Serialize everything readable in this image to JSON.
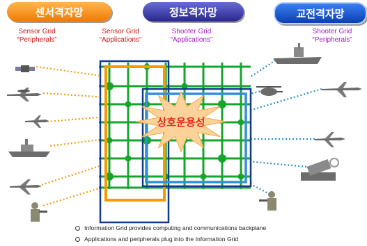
{
  "header": {
    "sensor_grid": "센서격자망",
    "info_grid": "정보격자망",
    "engagement_grid": "교전격자망"
  },
  "captions": {
    "sensor_peripherals": [
      "Sensor Grid",
      "“Peripherals”"
    ],
    "sensor_applications": [
      "Sensor Grid",
      "“Applications”"
    ],
    "shooter_applications": [
      "Shooter Grid",
      "“Applications”"
    ],
    "shooter_peripherals": [
      "Shooter Grid",
      "“Peripherals”"
    ]
  },
  "center_label": "상호운용성",
  "notes": [
    "Information Grid provides computing and communications backplane",
    "Applications and peripherals plug into the Information Grid"
  ],
  "colors": {
    "grid_green": "#16a52c",
    "sensor_box": "#f59a00",
    "shooter_box": "#2f8fd8",
    "frame_navy": "#123a8c",
    "sensor_links": "#f39a12",
    "shooter_links": "#2b8fd6",
    "center_text": "#e6281c"
  },
  "icons": {
    "left": [
      "satellite-icon",
      "awacs-aircraft-icon",
      "recon-aircraft-icon",
      "warship-icon",
      "fighter-jet-icon",
      "soldier-icon"
    ],
    "right": [
      "aircraft-carrier-icon",
      "helicopter-icon",
      "jet-aircraft-icon",
      "fighter-jet-icon",
      "missile-launcher-icon",
      "soldier-icon"
    ]
  }
}
